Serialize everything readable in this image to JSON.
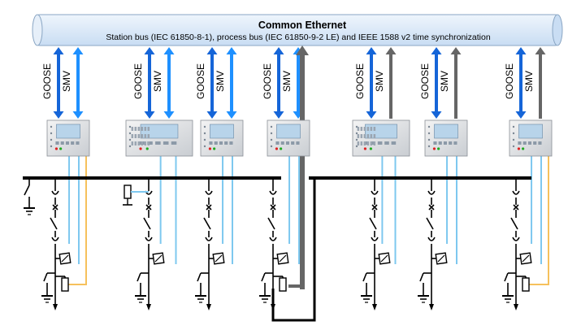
{
  "bus": {
    "title": "Common Ethernet",
    "subtitle": "Station bus (IEC 61850-8-1), process bus (IEC 61850-9-2 LE) and IEEE 1588 v2 time synchronization"
  },
  "labels": {
    "goose": "GOOSE",
    "smv": "SMV"
  },
  "colors": {
    "bus_fill": "#dce9f7",
    "goose_arrow": "#1565d8",
    "smv_arrow_active": "#1e90ff",
    "smv_arrow_inactive": "#666666",
    "process_link": "#7ec8ef",
    "sense_link": "#f6c15c",
    "busbar": "#000000"
  },
  "bays": [
    {
      "id": 1,
      "smv_active": true
    },
    {
      "id": 2,
      "smv_active": true
    },
    {
      "id": 3,
      "smv_active": true
    },
    {
      "id": 4,
      "smv_active": true
    },
    {
      "id": 5,
      "smv_active": false
    },
    {
      "id": 6,
      "smv_active": false
    },
    {
      "id": 7,
      "smv_active": false
    }
  ]
}
